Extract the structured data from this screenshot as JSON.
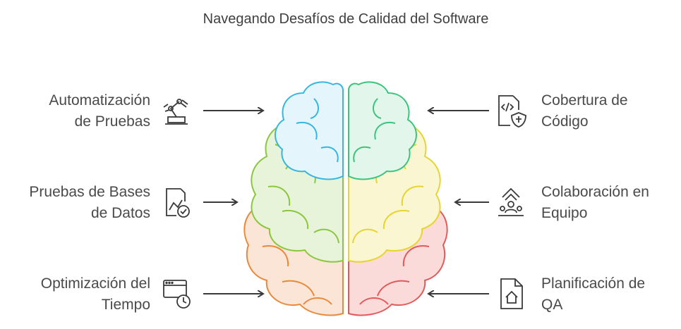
{
  "title": "Navegando Desafíos de Calidad del Software",
  "items": [
    {
      "line1": "Automatización",
      "line2": "de Pruebas",
      "icon": "robot-arm-icon",
      "color": "#38b6e0"
    },
    {
      "line1": "Pruebas de Bases",
      "line2": "de Datos",
      "icon": "chart-check-icon",
      "color": "#8cc63f"
    },
    {
      "line1": "Optimización del",
      "line2": "Tiempo",
      "icon": "browser-clock-icon",
      "color": "#e8893a"
    },
    {
      "line1": "Cobertura de",
      "line2": "Código",
      "icon": "code-shield-icon",
      "color": "#3cc47c"
    },
    {
      "line1": "Colaboración en",
      "line2": "Equipo",
      "icon": "team-growth-icon",
      "color": "#e6d530"
    },
    {
      "line1": "Planificación de",
      "line2": "QA",
      "icon": "house-document-icon",
      "color": "#e05a5a"
    }
  ]
}
